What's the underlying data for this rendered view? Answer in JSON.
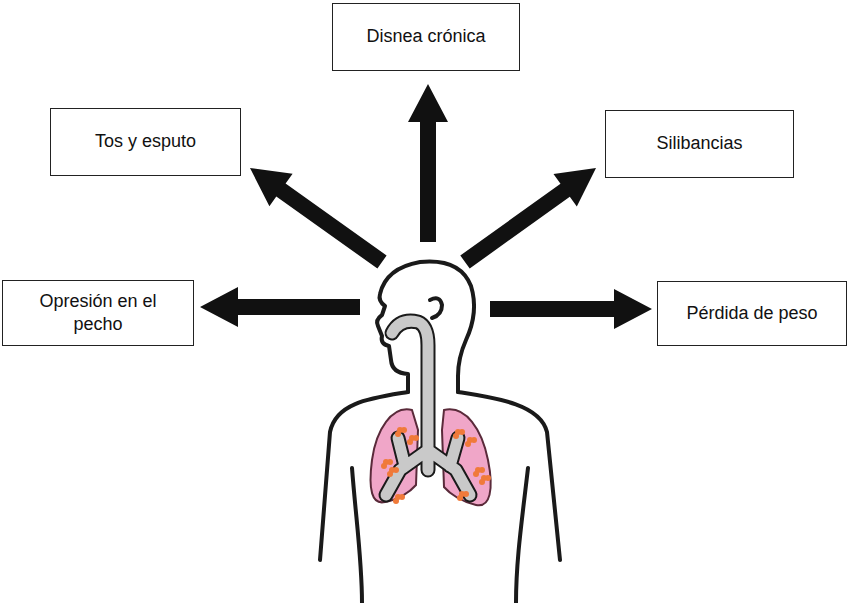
{
  "diagram": {
    "nodes": [
      {
        "text": [
          "Disnea crónica"
        ]
      },
      {
        "text": [
          "Tos y esputo"
        ]
      },
      {
        "text": [
          "Silibancias"
        ]
      },
      {
        "text": [
          "Opresión en el pecho"
        ]
      },
      {
        "text": [
          "Pérdida de peso"
        ]
      }
    ]
  }
}
